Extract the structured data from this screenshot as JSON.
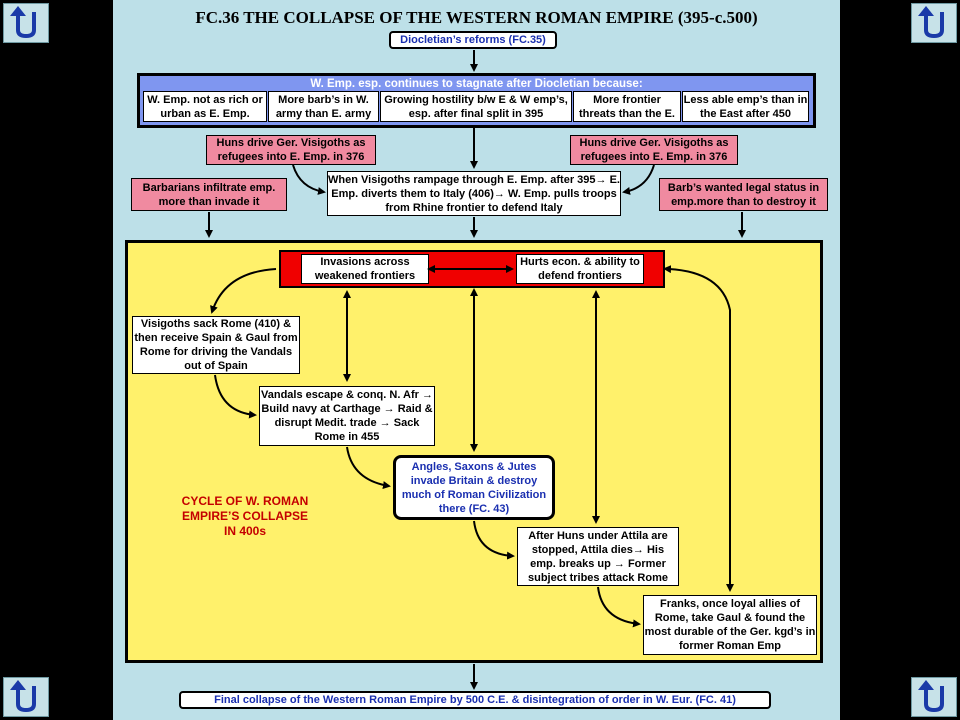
{
  "title": "FC.36 THE COLLAPSE OF THE WESTERN ROMAN EMPIRE (395-c.500)",
  "top_link": "Diocletian’s reforms (FC.35)",
  "stagnate_header": "W. Emp. esp. continues to stagnate after Diocletian because:",
  "reasons": [
    "W. Emp. not as rich or urban as E. Emp.",
    "More barb’s in W. army than E. army",
    "Growing hostility b/w E & W emp’s, esp. after final split in 395",
    "More frontier threats than the E.",
    "Less able emp’s than in the East after 450"
  ],
  "huns_left": "Huns drive Ger. Visigoths as refugees into E. Emp. in 376",
  "huns_right": "Huns drive Ger. Visigoths as refugees into E. Emp. in 376",
  "visigoths_rampage": "When Visigoths rampage through E. Emp. after 395→ E. Emp. diverts them to Italy (406)→ W. Emp. pulls troops from Rhine frontier to defend Italy",
  "barbarians_infiltrate": "Barbarians infiltrate emp. more than invade it",
  "barbs_legal": "Barb’s wanted legal status in emp.more than to destroy it",
  "invasions": "Invasions across weakened frontiers",
  "hurts_econ": "Hurts econ. & ability to defend frontiers",
  "visigoths_sack": "Visigoths sack Rome (410) & then receive Spain & Gaul from Rome for driving the Vandals out of Spain",
  "vandals": "Vandals escape & conq. N. Afr → Build navy at Carthage → Raid & disrupt Medit. trade → Sack Rome in 455",
  "angles": "Angles, Saxons & Jutes invade Britain & destroy much of Roman Civilization there (FC. 43)",
  "cycle_label": "CYCLE OF W. ROMAN EMPIRE’S COLLAPSE IN 400s",
  "huns_attila": "After Huns under Attila are stopped, Attila dies→ His emp. breaks up → Former subject tribes attack Rome",
  "franks": "Franks, once loyal allies of Rome, take Gaul & found the most durable of the Ger. kgd’s in former Roman Emp",
  "final_collapse": "Final collapse of the Western Roman Empire by 500 C.E. & disintegration of order in W. Eur. (FC. 41)",
  "colors": {
    "slide_bg": "#bde0e8",
    "blue_panel": "#7f96f0",
    "yellow_panel": "#fff16b",
    "red_bar": "#f00000",
    "pink_box": "#f08aa0",
    "link_text": "#1a2fb0",
    "cycle_text": "#c40000"
  },
  "icons": {
    "back_button": "u-turn-arrow-icon"
  }
}
